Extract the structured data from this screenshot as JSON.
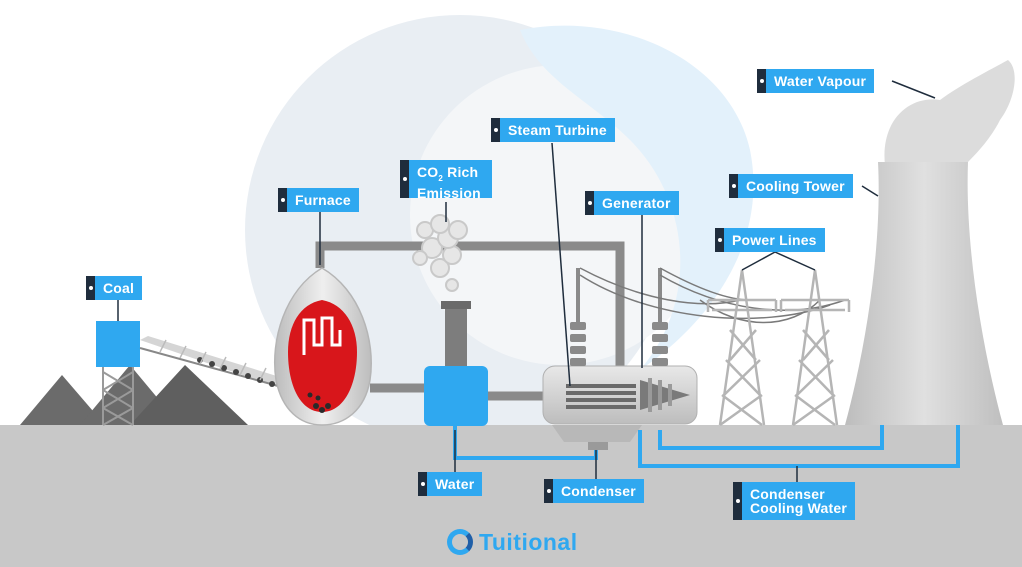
{
  "labels": {
    "coal": "Coal",
    "furnace": "Furnace",
    "co2_line1": "CO",
    "co2_sub": "2",
    "co2_line1_rest": " Rich",
    "co2_line2": "Emission",
    "steam_turbine": "Steam Turbine",
    "generator": "Generator",
    "water_vapour": "Water Vapour",
    "cooling_tower": "Cooling Tower",
    "power_lines": "Power Lines",
    "water": "Water",
    "condenser": "Condenser",
    "condenser_cooling_line1": "Condenser",
    "condenser_cooling_line2": "Cooling Water"
  },
  "brand": {
    "name": "Tuitional"
  },
  "colors": {
    "accent": "#2fa8f0",
    "label_tab": "#1f2d3d",
    "ground": "#c8c8c8",
    "furnace_red": "#d8161b",
    "pipe": "#8a8a8a",
    "coal_pile": "#6b6b6b"
  }
}
